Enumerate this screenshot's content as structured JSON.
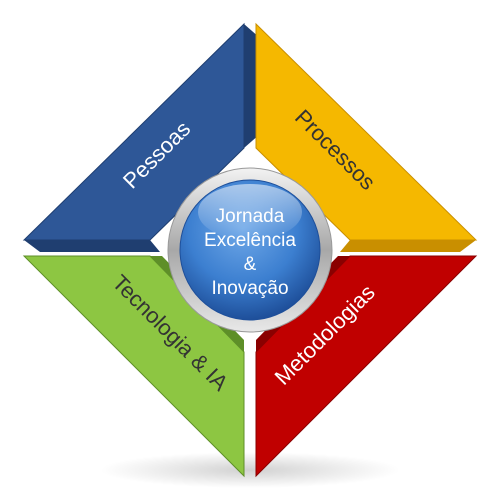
{
  "diagram": {
    "center": {
      "lines": [
        "Jornada",
        "Excelência",
        "&",
        "Inovação"
      ]
    },
    "quadrants": [
      {
        "id": "pessoas",
        "label": "Pessoas",
        "color": "#2E5797",
        "dark": "#1F3E70",
        "text_color": "#FFFFFF"
      },
      {
        "id": "processos",
        "label": "Processos",
        "color": "#F5B800",
        "dark": "#C98F00",
        "text_color": "#333333"
      },
      {
        "id": "tecnologia",
        "label": "Tecnologia & IA",
        "color": "#8DC642",
        "dark": "#5E8F28",
        "text_color": "#333333"
      },
      {
        "id": "metodologias",
        "label": "Metodologias",
        "color": "#C00000",
        "dark": "#8A0000",
        "text_color": "#FFFFFF"
      }
    ],
    "center_color": "#3C7FD0"
  }
}
